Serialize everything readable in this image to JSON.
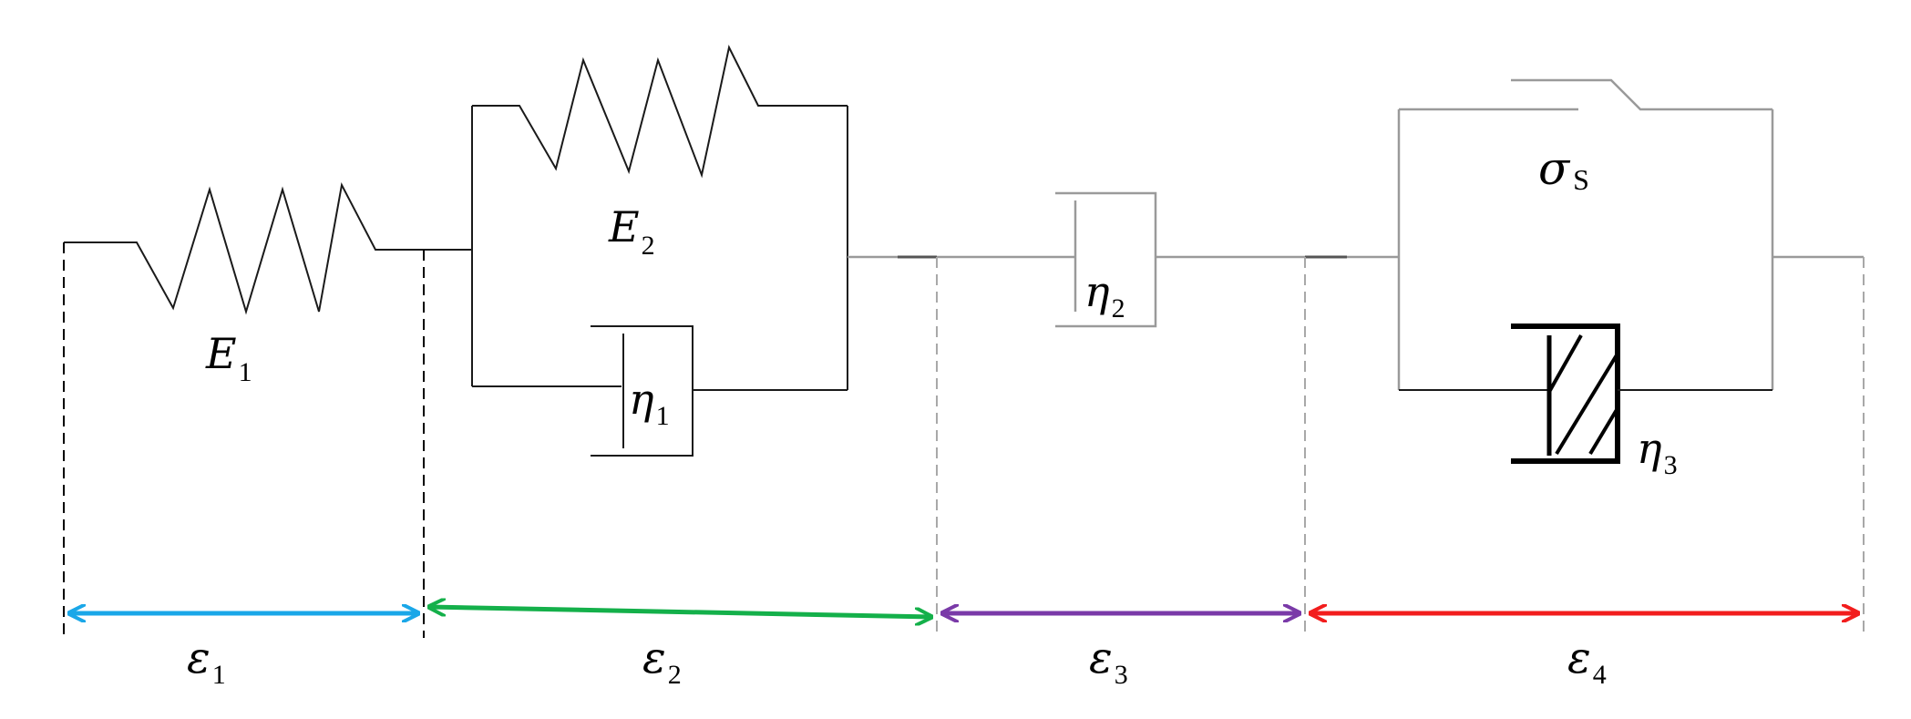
{
  "elements": {
    "spring1": {
      "symbol": "E",
      "subscript": "1"
    },
    "spring2": {
      "symbol": "E",
      "subscript": "2"
    },
    "dashpot1": {
      "symbol": "η",
      "subscript": "1"
    },
    "dashpot2": {
      "symbol": "η",
      "subscript": "2"
    },
    "dashpot3": {
      "symbol": "η",
      "subscript": "3"
    },
    "slider": {
      "symbol": "σ",
      "subscript": "S"
    }
  },
  "strains": [
    {
      "symbol": "ε",
      "subscript": "1",
      "color": "#1aa7e8"
    },
    {
      "symbol": "ε",
      "subscript": "2",
      "color": "#14b04a"
    },
    {
      "symbol": "ε",
      "subscript": "3",
      "color": "#7a3aa8"
    },
    {
      "symbol": "ε",
      "subscript": "4",
      "color": "#f21d1d"
    }
  ]
}
